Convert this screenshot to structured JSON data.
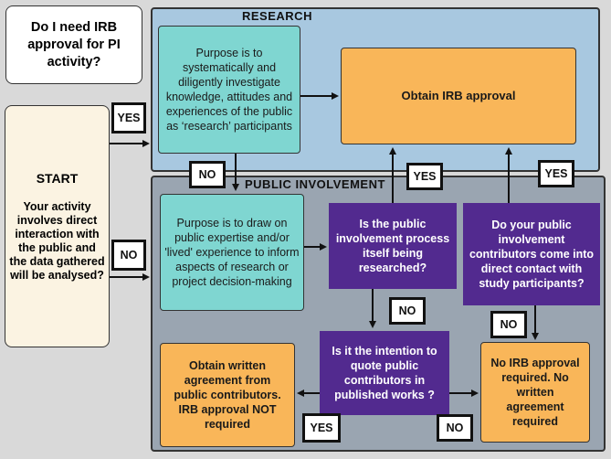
{
  "title": "Do I need IRB approval for PI activity?",
  "research_label": "RESEARCH",
  "public_involvement_label": "PUBLIC INVOLVEMENT",
  "start": {
    "heading": "START",
    "text": "Your activity involves direct interaction with the public and the data gathered will be analysed?"
  },
  "research_purpose": "Purpose is to systematically and diligently investigate knowledge, attitudes and experiences of the public as ‘research’ participants",
  "obtain_irb": "Obtain IRB approval",
  "pi_purpose": "Purpose is to draw on public expertise and/or 'lived' experience to inform aspects of research or project decision-making",
  "q_researched": "Is the public involvement process itself being researched?",
  "q_contact": "Do your public involvement contributors come into direct contact with study participants?",
  "q_quote": "Is it the intention to quote public contributors in published works ?",
  "written_agreement": "Obtain written agreement from public contributors. IRB approval NOT required",
  "no_irb": "No IRB approval required. No written agreement required",
  "labels": {
    "yes": "YES",
    "no": "NO"
  },
  "colors": {
    "research_bg": "#a8c8e0",
    "pi_bg": "#9aa5b1",
    "teal": "#7fd6d1",
    "orange": "#f9b659",
    "purple": "#522a8f"
  }
}
